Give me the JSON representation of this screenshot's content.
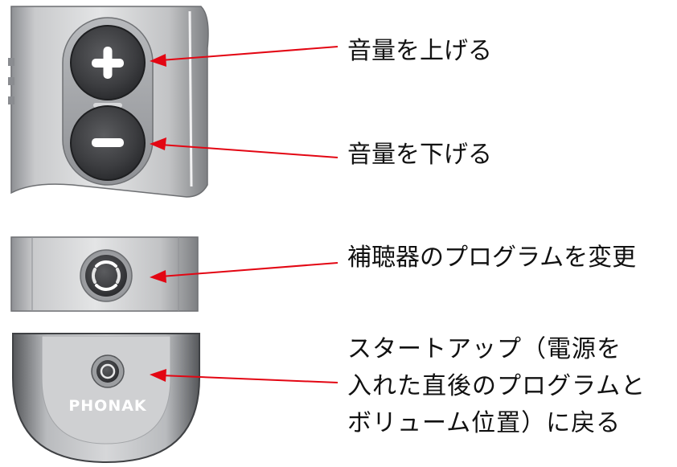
{
  "labels": {
    "volume_up": "音量を上げる",
    "volume_down": "音量を下げる",
    "change_program": "補聴器のプログラムを変更",
    "startup": [
      "スタートアップ（電源を",
      "入れた直後のプログラムと",
      "ボリューム位置）に戻る"
    ]
  },
  "device": {
    "brand": "PHONAK"
  },
  "colors": {
    "arrow": "#e30613",
    "body_light": "#d9dadc",
    "body_mid": "#a9abae",
    "button_dark": "#3b3c3e"
  },
  "icons": [
    "plus-icon",
    "minus-icon",
    "program-ring-icon",
    "startup-ring-icon"
  ]
}
